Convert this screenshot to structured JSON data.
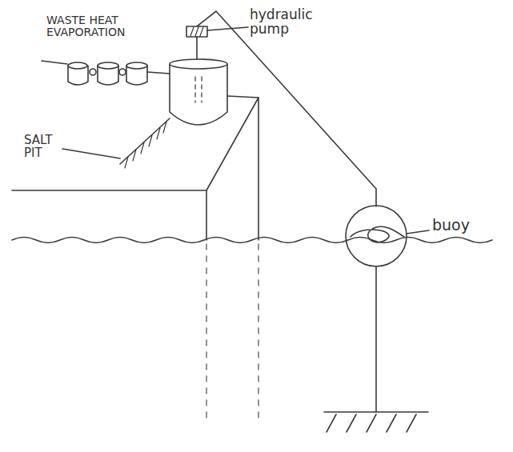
{
  "diagram": {
    "labels": [
      "WASTE HEAT EVAPORATION",
      "hydraulic pump",
      "SALT PIT",
      "buoy"
    ]
  }
}
